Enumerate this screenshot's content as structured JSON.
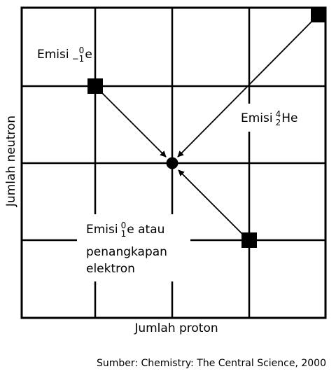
{
  "axes": {
    "xlabel": "Jumlah proton",
    "ylabel": "Jumlah neutron"
  },
  "labels": {
    "beta_minus": {
      "word": "Emisi",
      "mass": "0",
      "charge": "−1",
      "symbol": "e"
    },
    "alpha": {
      "word": "Emisi",
      "mass": "4",
      "charge": "2",
      "symbol": "He"
    },
    "beta_plus": {
      "word": "Emisi",
      "mass": "0",
      "charge": "1",
      "symbol": "e",
      "suffix": " atau",
      "line2": "penangkapan",
      "line3": "elektron"
    }
  },
  "source": "Sumber: Chemistry: The Central Science, 2000",
  "colors": {
    "ink": "#000000",
    "background": "#ffffff"
  }
}
